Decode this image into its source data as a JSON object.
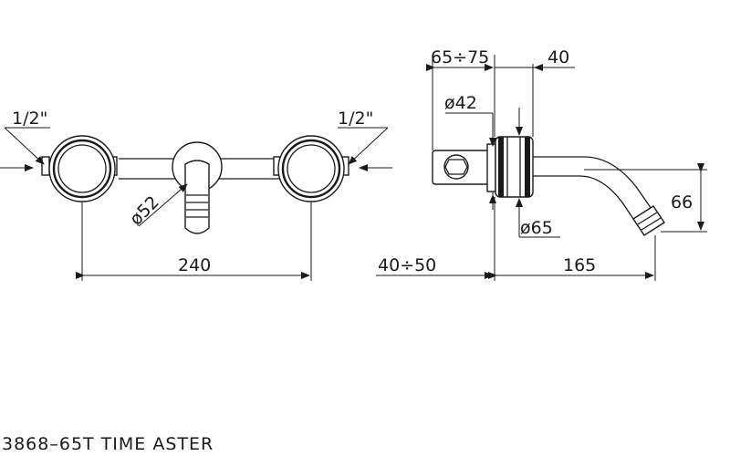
{
  "drawing": {
    "front_view": {
      "thread_left": "1/2\"",
      "thread_right": "1/2\"",
      "diameter_outlet": "ø52",
      "width": "240"
    },
    "side_view": {
      "wall_depth": "65÷75",
      "body_depth": "40",
      "diameter_body": "ø42",
      "diameter_rosette": "ø65",
      "spout_height": "66",
      "recess": "40÷50",
      "spout_length": "165"
    },
    "caption": "3868–65T TIME ASTER"
  }
}
